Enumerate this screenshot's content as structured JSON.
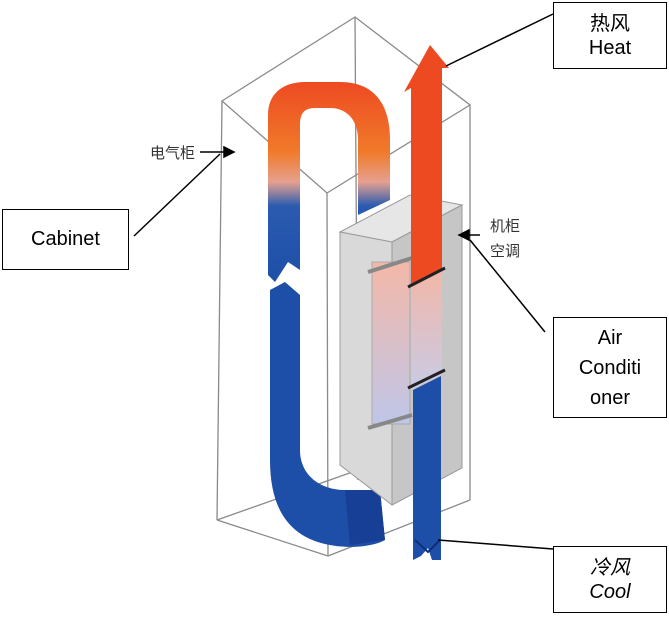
{
  "labels": {
    "cabinet": "Cabinet",
    "heat_cn": "热风",
    "heat_en": "Heat",
    "ac_line1": "Air",
    "ac_line2": "Conditi",
    "ac_line3": "oner",
    "cool_cn": "冷风",
    "cool_en": "Cool"
  },
  "diagram_text": {
    "cabinet_cn": "电气柜",
    "ac_cn_line1": "机柜",
    "ac_cn_line2": "空调"
  },
  "colors": {
    "hot": "#ee4a22",
    "hot_light": "#f07030",
    "cold": "#1e4fa8",
    "cold_dark": "#173f95",
    "ac_unit": "#d3d3d3",
    "outline": "#777777"
  }
}
